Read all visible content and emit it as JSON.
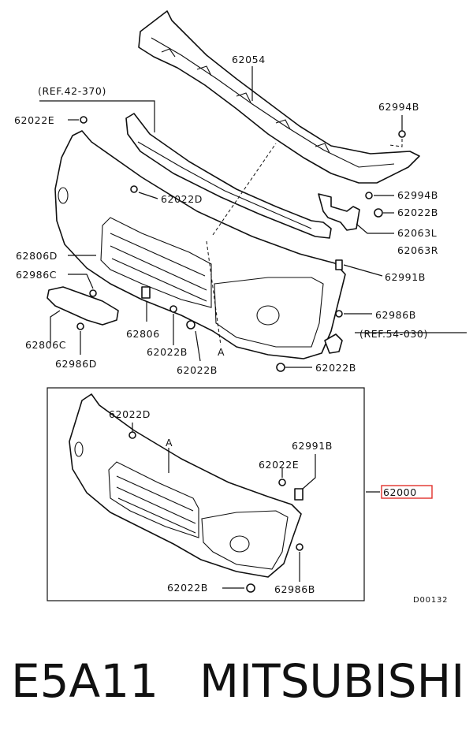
{
  "labels": {
    "p62054": "62054",
    "ref42": "(REF.42-370)",
    "p62022E_top": "62022E",
    "p62994B_top": "62994B",
    "p62022D_top": "62022D",
    "p62994B_mid": "62994B",
    "p62022B_r": "62022B",
    "p62063L": "62063L",
    "p62063R": "62063R",
    "p62806D": "62806D",
    "p62991B_top": "62991B",
    "p62986C": "62986C",
    "p62986B_top": "62986B",
    "p62806": "62806",
    "ref54": "(REF.54-030)",
    "p62806C": "62806C",
    "p62022B_c": "62022B",
    "p62986D": "62986D",
    "p62022B_c2": "62022B",
    "letterA_top": "A",
    "p62022B_br": "62022B",
    "p62022D_low": "62022D",
    "letterA_low": "A",
    "p62991B_low": "62991B",
    "p62022E_low": "62022E",
    "p62000": "62000",
    "p62022B_low": "62022B",
    "p62986B_low": "62986B",
    "code": "D00132"
  },
  "caption": {
    "model": "E5A11",
    "brand": "MITSUBISHI"
  },
  "colors": {
    "highlight": "#e0302a",
    "ink": "#111111"
  }
}
